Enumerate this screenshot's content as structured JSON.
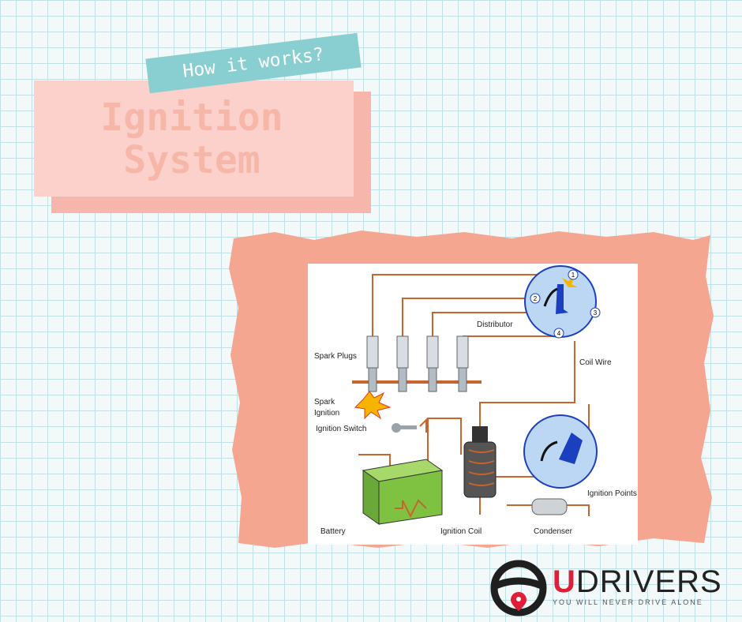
{
  "header": {
    "tag": "How it works?",
    "title_line1": "Ignition",
    "title_line2": "System"
  },
  "diagram": {
    "labels": {
      "spark_plugs": "Spark Plugs",
      "distributor": "Distributor",
      "coil_wire": "Coil Wire",
      "spark_ignition_1": "Spark",
      "spark_ignition_2": "Ignition",
      "ignition_switch": "Ignition Switch",
      "ignition_points": "Ignition Points",
      "battery": "Battery",
      "ignition_coil": "Ignition Coil",
      "condenser": "Condenser"
    },
    "distributor_numbers": [
      "1",
      "2",
      "3",
      "4"
    ],
    "colors": {
      "wire": "#c8642d",
      "distributor": "#1a3fbf",
      "coil": "#444444",
      "battery": "#7fc241"
    }
  },
  "brand": {
    "first_letter": "U",
    "rest": "DRIVERS",
    "tagline": "YOU WILL NEVER DRIVE ALONE",
    "accent": "#e01e37"
  }
}
